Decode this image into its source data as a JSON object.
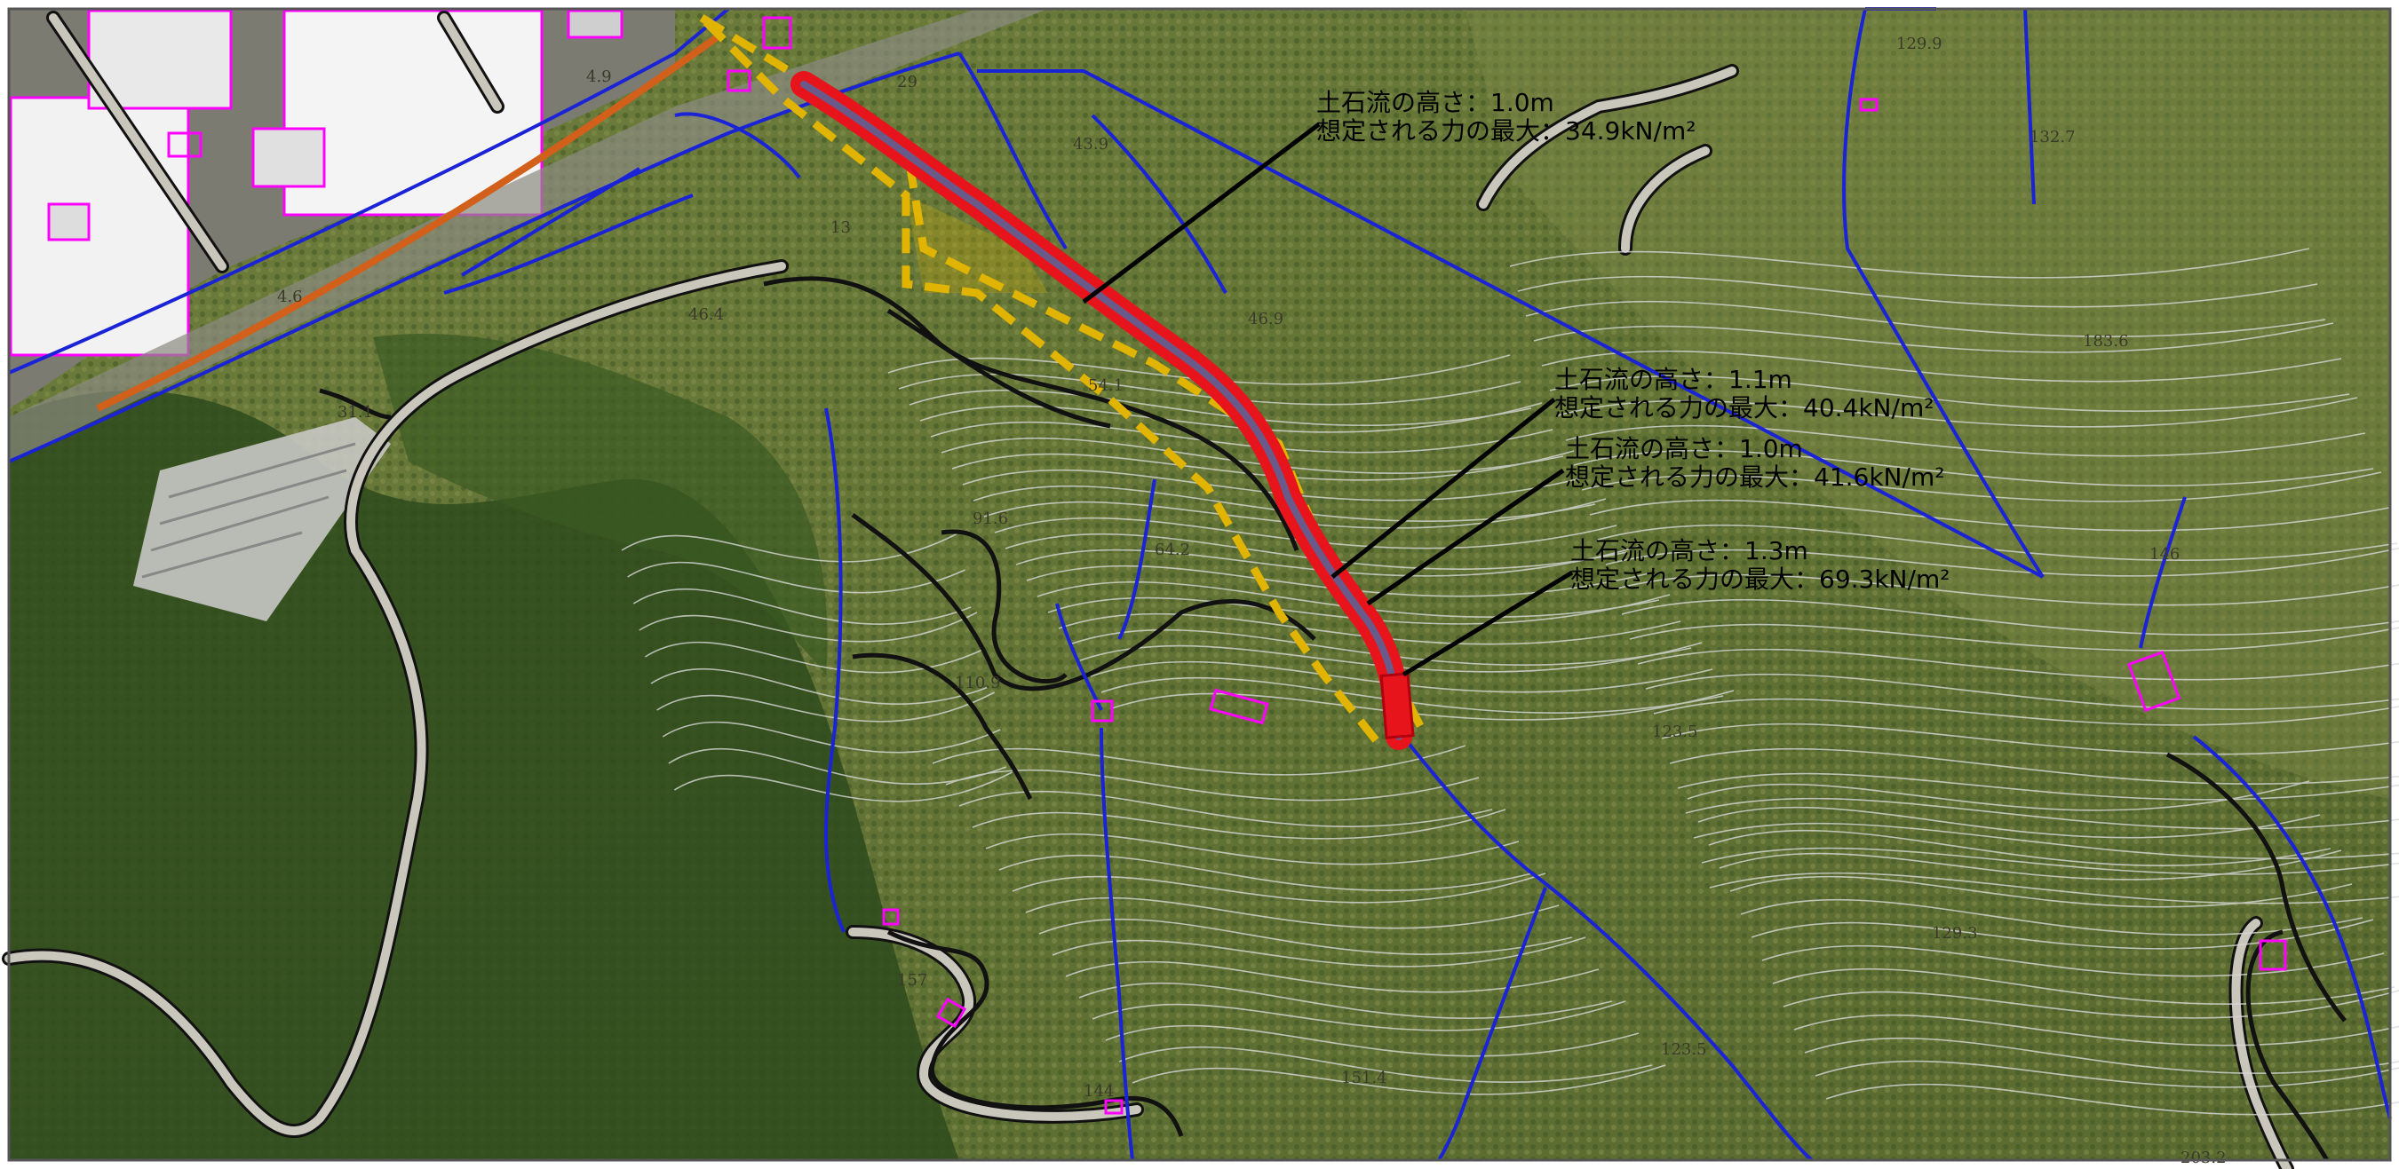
{
  "map": {
    "colors": {
      "forest_dark": "#2f4a1f",
      "forest_mid": "#4f6a2e",
      "forest_light": "#7d8a48",
      "hazard_fill": "#e8141c",
      "hazard_edge": "#b00010",
      "hazard_zone": "#e0b400",
      "stream": "#1a23d6",
      "road_edge": "#111111",
      "road_fill": "#c9c6bb",
      "building": "#ff00ff",
      "contour": "#d8d8d8",
      "expressway": "#d2601a",
      "factory": "#f4f4f4"
    },
    "annotations": [
      {
        "height_text": "土石流の高さ：1.0m",
        "force_text": "想定される力の最大：34.9kN/m²"
      },
      {
        "height_text": "土石流の高さ：1.1m",
        "force_text": "想定される力の最大：40.4kN/m²"
      },
      {
        "height_text": "土石流の高さ：1.0m",
        "force_text": "想定される力の最大：41.6kN/m²"
      },
      {
        "height_text": "土石流の高さ：1.3m",
        "force_text": "想定される力の最大：69.3kN/m²"
      }
    ],
    "elevations": [
      "4.9",
      "29",
      "43.9",
      "13",
      "4.6",
      "46.4",
      "46.9",
      "54.1",
      "31.1",
      "91.6",
      "64.2",
      "110.9",
      "129.9",
      "132.7",
      "183.6",
      "123.5",
      "146",
      "157",
      "144",
      "151.4",
      "129.3",
      "123.5",
      "203.2"
    ]
  }
}
